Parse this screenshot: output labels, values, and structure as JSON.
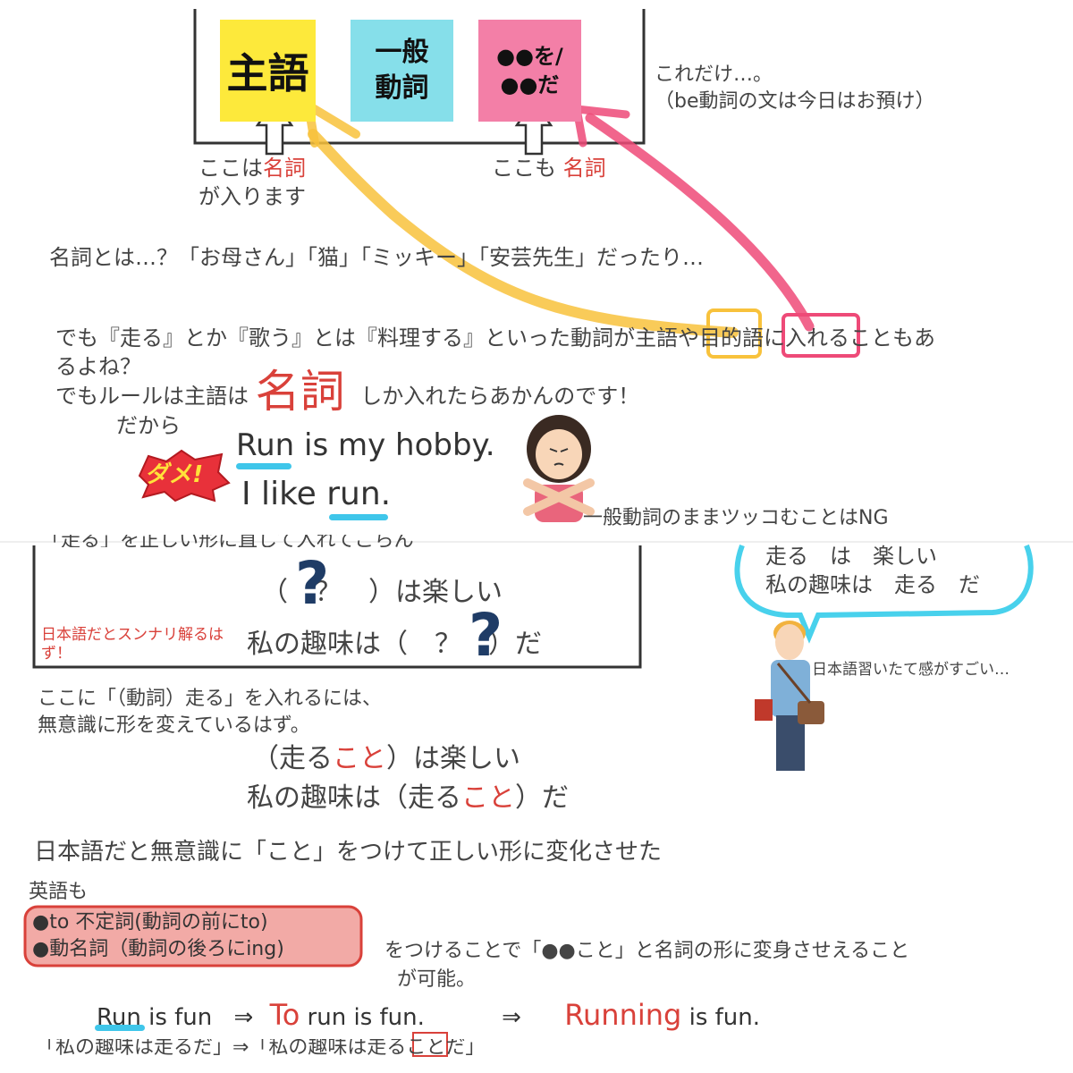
{
  "top": {
    "note_subject": "主語",
    "note_verb": "一般動詞",
    "note_object": "●●を/●●だ",
    "side_note_1": "これだけ…。",
    "side_note_2": "（be動詞の文は今日はお預け）",
    "caption_left_pre": "ここは",
    "caption_left_noun": "名詞",
    "caption_left_post": "が入ります",
    "caption_right_pre": "ここも",
    "caption_right_noun": "名詞"
  },
  "explain": {
    "line1": "名詞とは…？「お母さん」「猫」「ミッキー」「安芸先生」だったり…",
    "line2a": "でも『走る』とか『歌う』とは『料理する』といった動詞が主語や目的語に入れることもあ",
    "line2b": "るよね？",
    "line3_pre": "でもルールは主語は",
    "line3_big": "名詞",
    "line3_post": "しか入れたらあかんのです！",
    "dakara": "だから",
    "dame": "ダメ!",
    "ex1": "Run is my hobby.",
    "ex2": "I like run.",
    "ng_note": "一般動詞のままツッコむことはNG"
  },
  "box2": {
    "top_cut": "「走る」を正しい形に直して入れてごらん",
    "line1": "（　？　）は楽しい",
    "line2": "私の趣味は（　？　）だ",
    "hint": "日本語だとスンナリ解るはず！",
    "q_mark": "?"
  },
  "bubble": {
    "line1": "走る　は　楽しい",
    "line2": "私の趣味は　走る　だ",
    "caption": "日本語習いたて感がすごい…"
  },
  "after": {
    "line1": "ここに「（動詞）走る」を入れるには、",
    "line2": "無意識に形を変えているはず。",
    "ans1_a": "（走る",
    "ans1_b": "こと",
    "ans1_c": "）は楽しい",
    "ans2_a": "私の趣味は（走る",
    "ans2_b": "こと",
    "ans2_c": "）だ",
    "summary": "日本語だと無意識に「こと」をつけて正しい形に変化させた",
    "eigo": "英語も",
    "b1": "●to 不定詞(動詞の前にto)",
    "b2": "●動名詞（動詞の後ろにing)",
    "side1": "をつけることで「●●こと」と名詞の形に変身させえること",
    "side2": "が可能。"
  },
  "examples": {
    "run": "Run",
    "is_fun": " is fun",
    "arrow": "⇒",
    "to": "To",
    "to_rest": " run is fun.",
    "running": "Running",
    "running_rest": " is fun.",
    "bottom_cut": "「私の趣味は走るだ」⇒「私の趣味は走ることだ」"
  },
  "colors": {
    "yellow_note": "#fde93b",
    "cyan_note": "#86dfea",
    "pink_note": "#f37fa7",
    "red_text": "#d9413a",
    "yellow_arrow": "#f8c23c",
    "pink_arrow": "#ee4a78",
    "highlight": "#3fc6ea"
  }
}
